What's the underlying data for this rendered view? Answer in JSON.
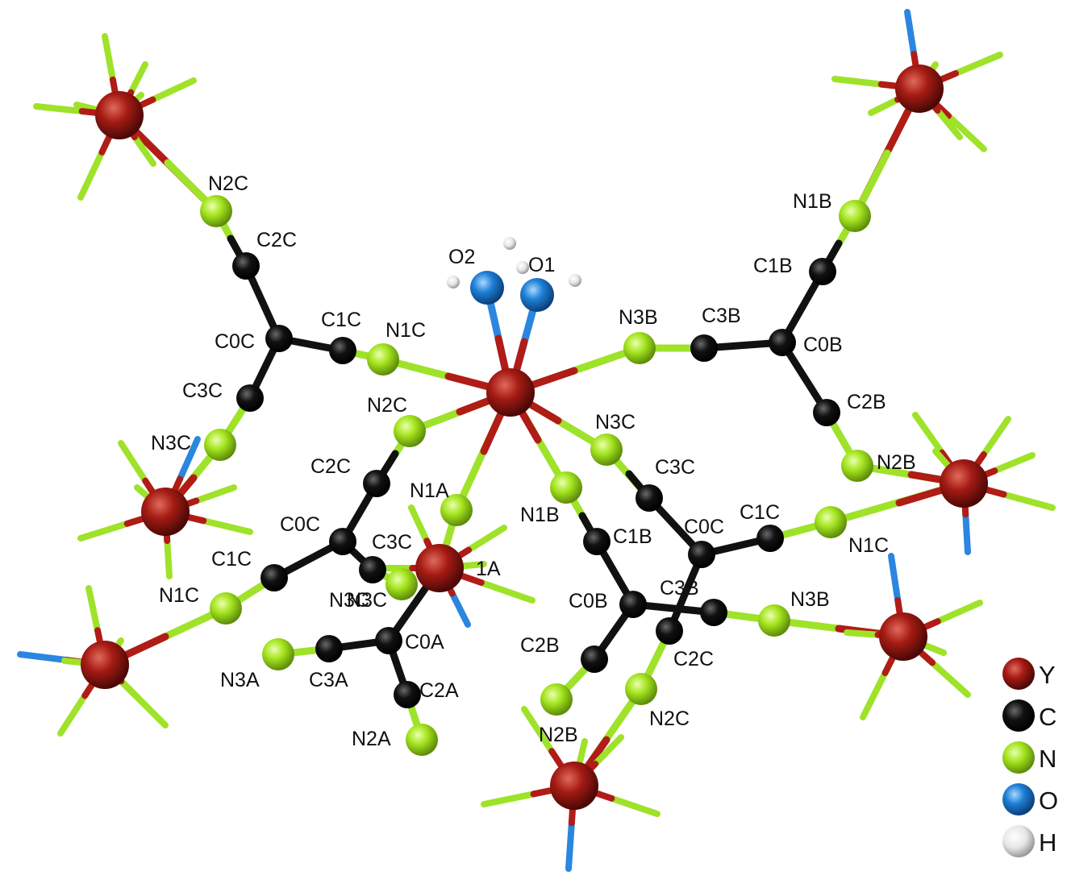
{
  "colors": {
    "Y": "#a51b14",
    "C": "#0a0a0a",
    "N": "#a5e51f",
    "O": "#1e7fd6",
    "H": "#e6e6e6",
    "bond_metal": "#b01c16",
    "bond_C": "#111111",
    "bond_N": "#9fe22a",
    "bond_O": "#2b86e0"
  },
  "legend": [
    {
      "element": "Y",
      "label": "Y"
    },
    {
      "element": "C",
      "label": "C"
    },
    {
      "element": "N",
      "label": "N"
    },
    {
      "element": "O",
      "label": "O"
    },
    {
      "element": "H",
      "label": "H"
    }
  ],
  "labels": [
    {
      "id": "l1",
      "text": "N2C"
    },
    {
      "id": "l2",
      "text": "C2C"
    },
    {
      "id": "l3",
      "text": "C0C"
    },
    {
      "id": "l4",
      "text": "C1C"
    },
    {
      "id": "l5",
      "text": "N1C"
    },
    {
      "id": "l6",
      "text": "C3C"
    },
    {
      "id": "l7",
      "text": "N3C"
    },
    {
      "id": "l8",
      "text": "O2"
    },
    {
      "id": "l9",
      "text": "O1"
    },
    {
      "id": "l10",
      "text": "N3B"
    },
    {
      "id": "l11",
      "text": "C3B"
    },
    {
      "id": "l12",
      "text": "C0B"
    },
    {
      "id": "l13",
      "text": "C1B"
    },
    {
      "id": "l14",
      "text": "N1B"
    },
    {
      "id": "l15",
      "text": "C2B"
    },
    {
      "id": "l16",
      "text": "N2B"
    },
    {
      "id": "l17",
      "text": "N2C"
    },
    {
      "id": "l18",
      "text": "C2C"
    },
    {
      "id": "l19",
      "text": "N1A"
    },
    {
      "id": "l20",
      "text": "C0C"
    },
    {
      "id": "l21",
      "text": "C3C"
    },
    {
      "id": "l22",
      "text": "1A"
    },
    {
      "id": "l23",
      "text": "C1C"
    },
    {
      "id": "l24",
      "text": "N1C"
    },
    {
      "id": "l25",
      "text": "N3C"
    },
    {
      "id": "l26",
      "text": "N3A"
    },
    {
      "id": "l27",
      "text": "C3A"
    },
    {
      "id": "l28",
      "text": "C0A"
    },
    {
      "id": "l29",
      "text": "C2A"
    },
    {
      "id": "l30",
      "text": "N2A"
    },
    {
      "id": "l31",
      "text": "N3C"
    },
    {
      "id": "l32",
      "text": "C3C"
    },
    {
      "id": "l33",
      "text": "N1B"
    },
    {
      "id": "l34",
      "text": "C1B"
    },
    {
      "id": "l35",
      "text": "C0C"
    },
    {
      "id": "l36",
      "text": "C1C"
    },
    {
      "id": "l37",
      "text": "N1C"
    },
    {
      "id": "l38",
      "text": "C0B"
    },
    {
      "id": "l39",
      "text": "C3B"
    },
    {
      "id": "l40",
      "text": "N3B"
    },
    {
      "id": "l41",
      "text": "C2B"
    },
    {
      "id": "l42",
      "text": "C2C"
    },
    {
      "id": "l43",
      "text": "N2C"
    },
    {
      "id": "l44",
      "text": "N2B"
    },
    {
      "id": "l45",
      "text": "N3C"
    }
  ]
}
